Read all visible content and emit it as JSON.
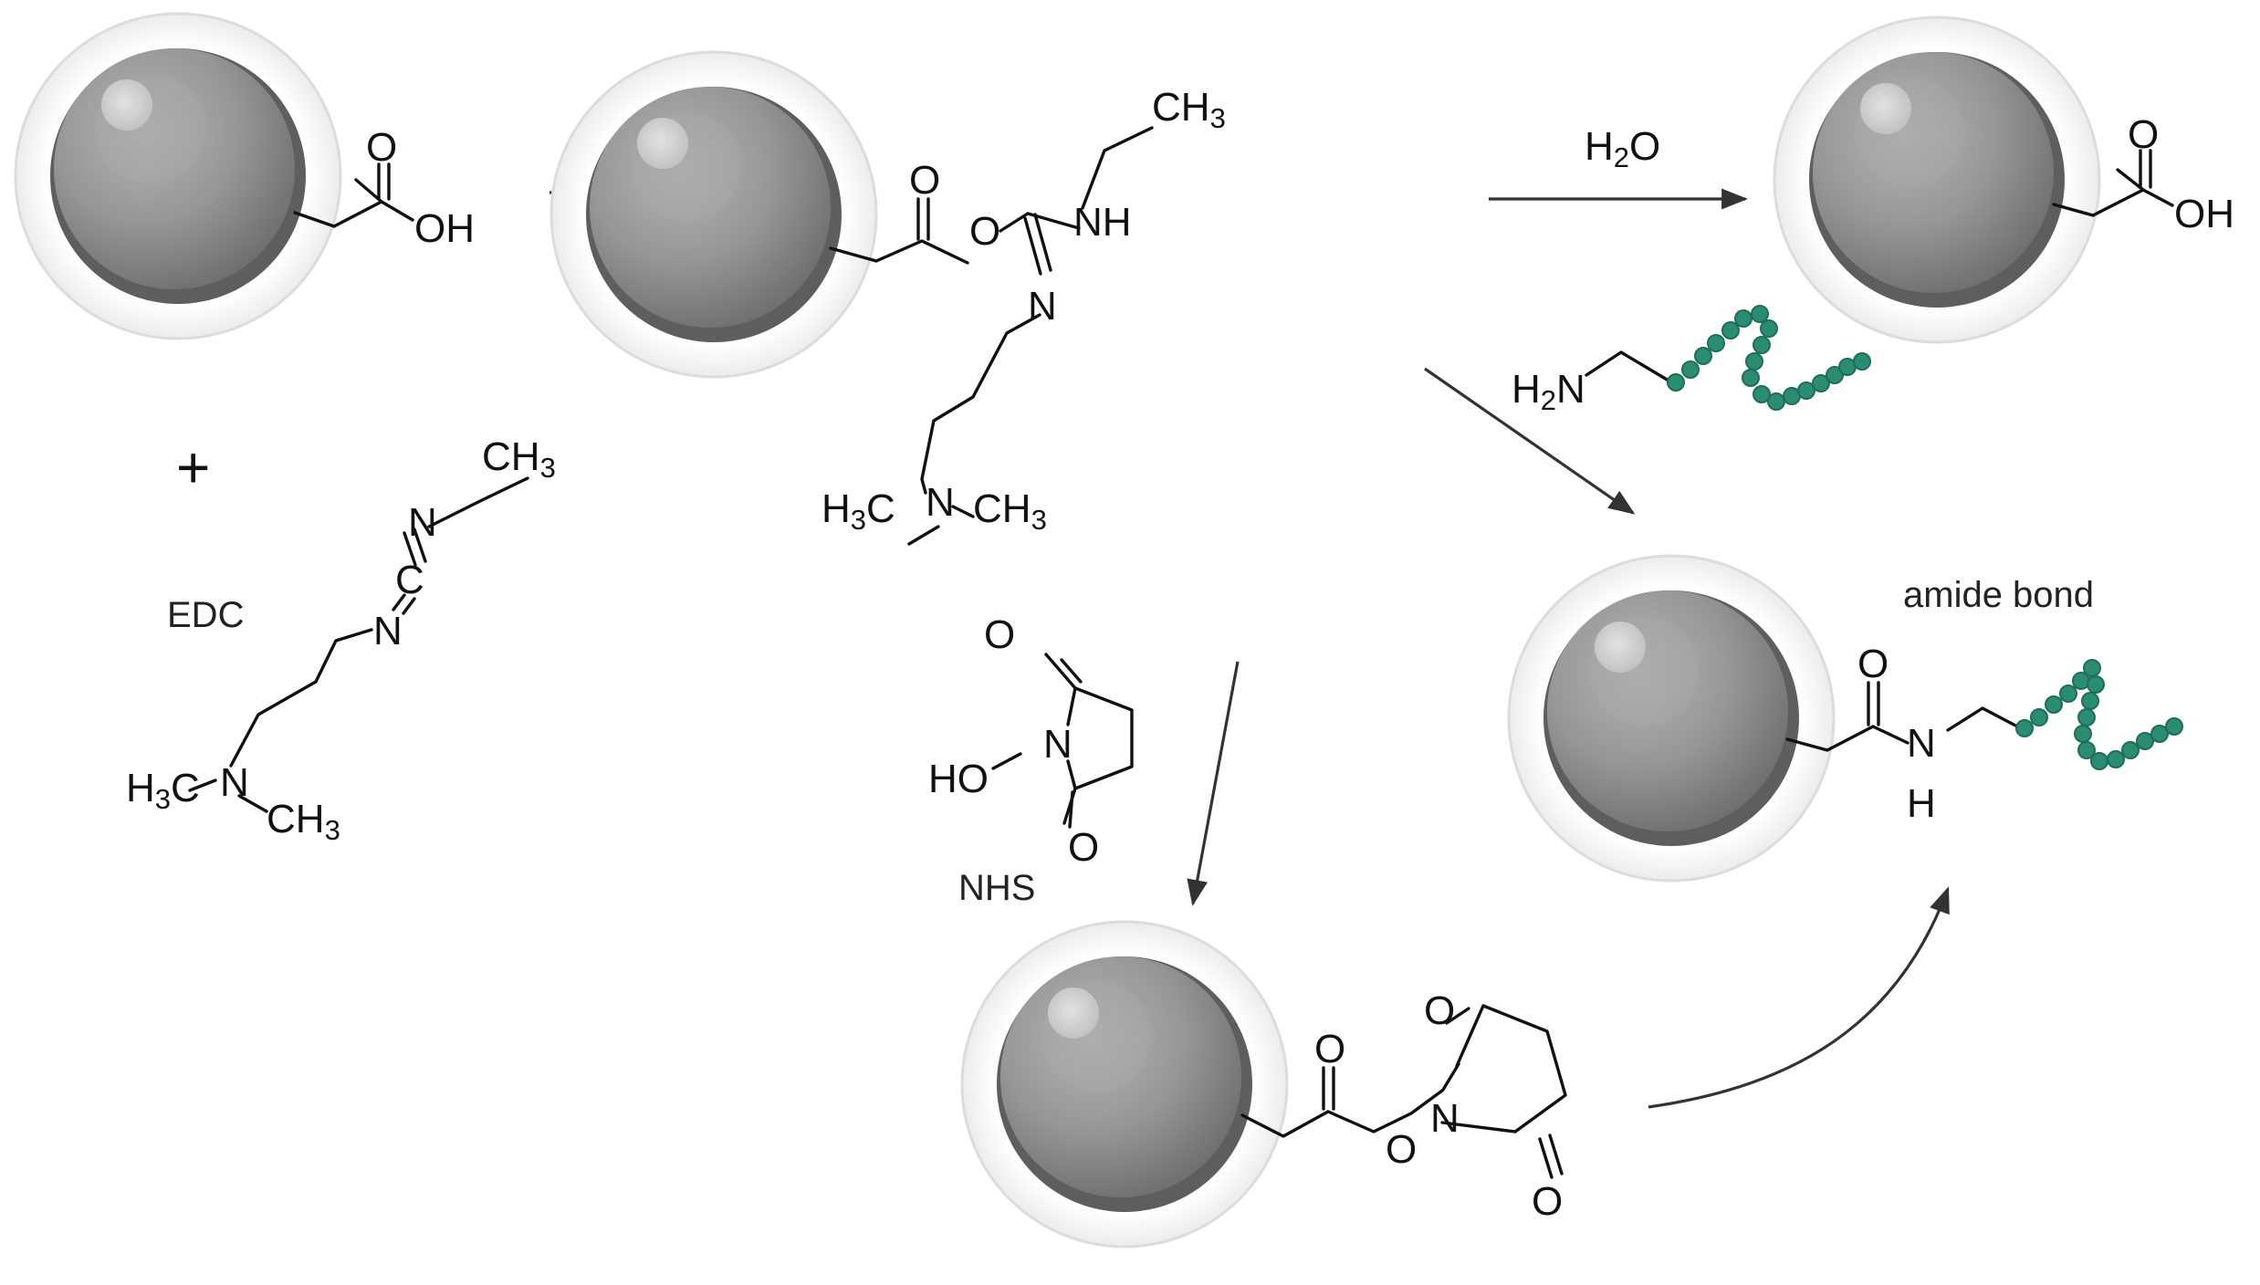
{
  "colors": {
    "background": "#ffffff",
    "particle": "#8c8c8c",
    "polymer_bead": "#2a8c72",
    "stroke": "#111111"
  },
  "icons": [
    "nanoparticle-icon",
    "polymer-chain-icon"
  ],
  "atoms": {
    "O": "O",
    "OH": "OH",
    "N": "N",
    "NH": "NH",
    "C": "C",
    "HO": "HO",
    "H": "H",
    "CH": "CH",
    "H_left": "H",
    "C_left": "C",
    "H2O_H": "H",
    "H2O_O": "O",
    "H2N_H": "H",
    "H2N_N": "N",
    "sub3": "3",
    "sub2": "2"
  },
  "labels": {
    "plus": "+",
    "edc": "EDC",
    "nhs": "NHS",
    "amide": "amide bond"
  }
}
